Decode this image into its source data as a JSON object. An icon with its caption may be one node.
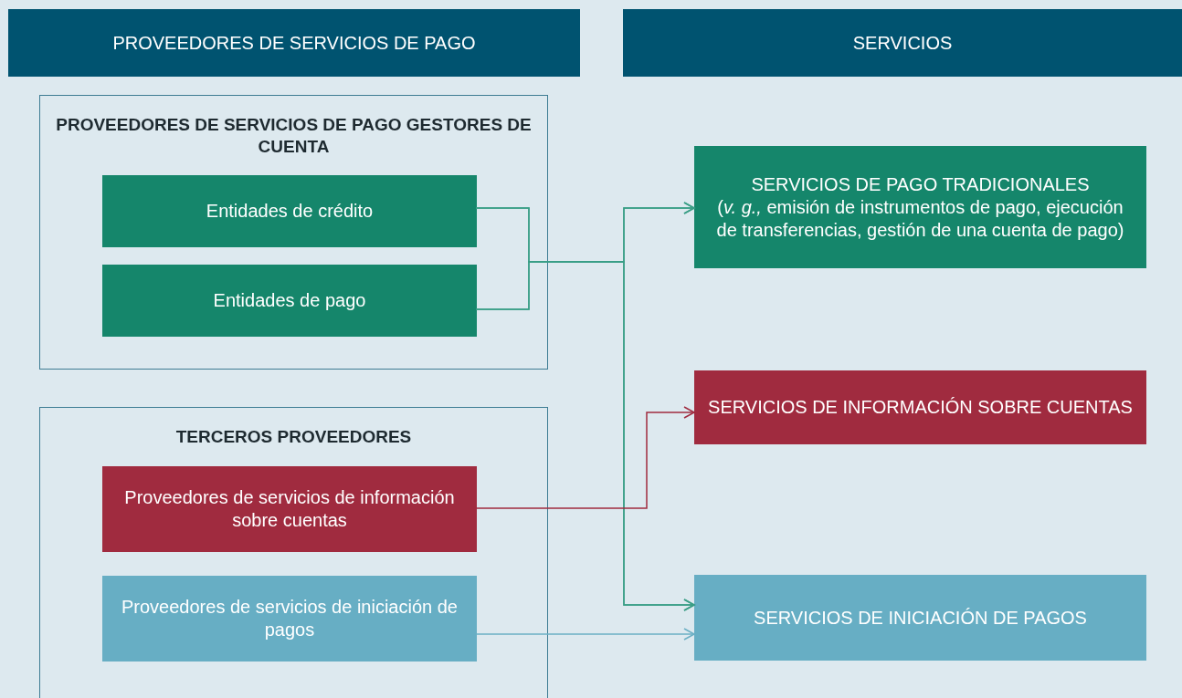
{
  "diagram": {
    "nodes": [
      {
        "text": [
          "PROVEEDORES DE SERVICIOS DE PAGO"
        ]
      },
      {
        "text": [
          "SERVICIOS"
        ]
      },
      {
        "text": [
          "PROVEEDORES DE SERVICIOS DE PAGO GESTORES DE CUENTA"
        ]
      },
      {
        "text": [
          "Entidades de crédito"
        ],
        "in": 2
      },
      {
        "text": [
          "Entidades de pago"
        ],
        "in": 2
      },
      {
        "text": [
          "TERCEROS PROVEEDORES"
        ]
      },
      {
        "text": [
          "Proveedores de servicios de información sobre cuentas"
        ],
        "in": 5
      },
      {
        "text": [
          "Proveedores de servicios de iniciación de pagos"
        ],
        "in": 5
      },
      {
        "text": [
          "SERVICIOS DE PAGO TRADICIONALES",
          "(*v. g.,* emisión de instrumentos de pago, ejecución de transferencias, gestión de una cuenta de pago)"
        ]
      },
      {
        "text": [
          "SERVICIOS DE INFORMACIÓN SOBRE CUENTAS"
        ]
      },
      {
        "text": [
          "SERVICIOS DE INICIACIÓN DE PAGOS"
        ]
      }
    ],
    "edges": [
      {
        "from": 3,
        "to": 8,
        "arrow": "to"
      },
      {
        "from": 4,
        "to": 8,
        "arrow": "to"
      },
      {
        "from": 3,
        "to": 10,
        "arrow": "to"
      },
      {
        "from": 4,
        "to": 10,
        "arrow": "to"
      },
      {
        "from": 6,
        "to": 9,
        "arrow": "to",
        "color": "#a02b3f"
      },
      {
        "from": 7,
        "to": 10,
        "arrow": "to",
        "color": "#6aafc4"
      }
    ]
  }
}
